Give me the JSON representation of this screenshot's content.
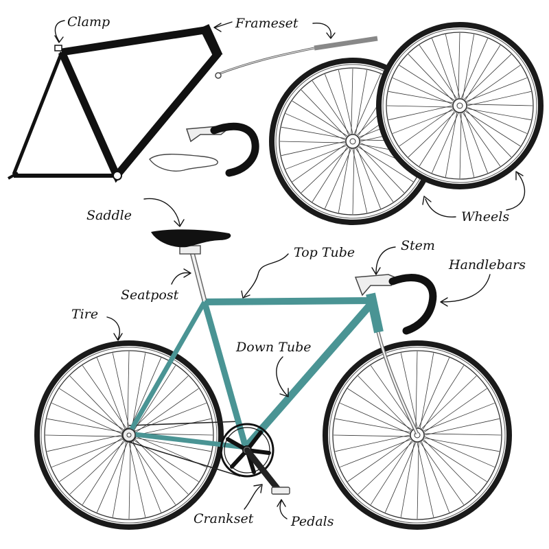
{
  "labels": {
    "clamp": "Clamp",
    "frameset": "Frameset",
    "wheels": "Wheels",
    "saddle": "Saddle",
    "top_tube": "Top Tube",
    "stem": "Stem",
    "handlebars": "Handlebars",
    "seatpost": "Seatpost",
    "tire": "Tire",
    "down_tube": "Down Tube",
    "crankset": "Crankset",
    "pedals": "Pedals"
  },
  "colors": {
    "frame_teal": "#4a9494",
    "frame_black": "#111111",
    "tire": "#1a1a1a",
    "silver": "#9a9a9a"
  }
}
